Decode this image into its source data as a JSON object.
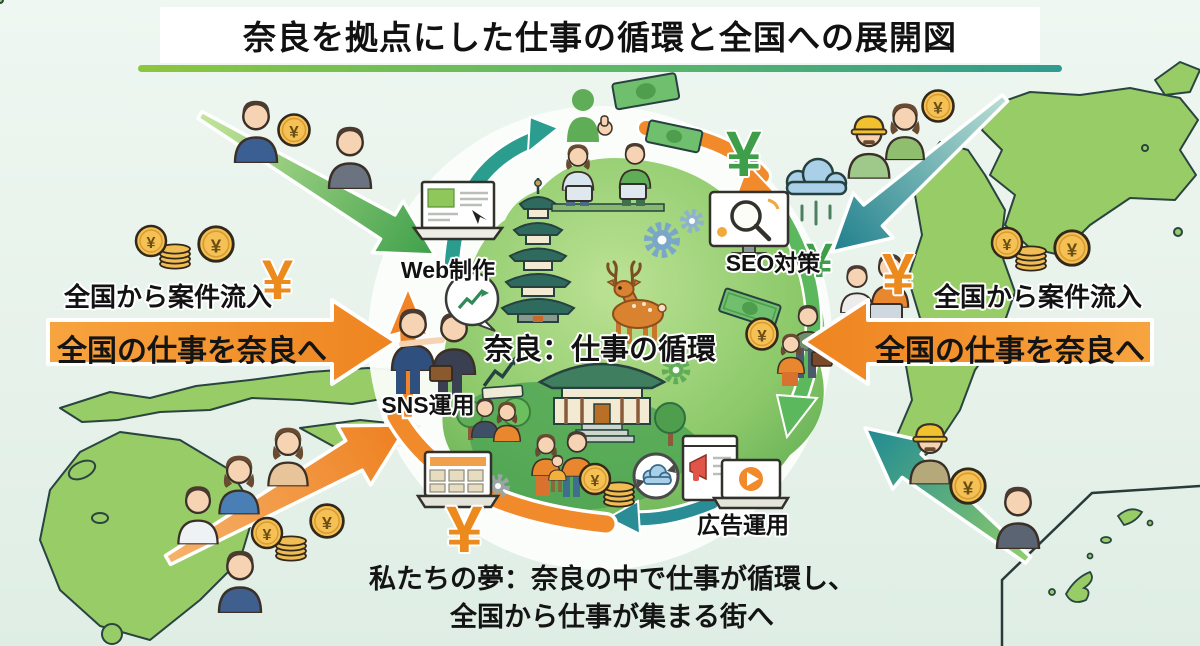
{
  "title": "奈良を拠点にした仕事の循環と全国への展開図",
  "center": {
    "label": "奈良：仕事の循環",
    "services": {
      "web": "Web制作",
      "seo": "SEO対策",
      "sns": "SNS運用",
      "ad": "広告運用"
    }
  },
  "flows": {
    "left": {
      "caption": "全国から案件流入",
      "arrow_label": "全国の仕事を奈良へ"
    },
    "right": {
      "caption": "全国から案件流入",
      "arrow_label": "全国の仕事を奈良へ"
    }
  },
  "dream": {
    "line1": "私たちの夢：奈良の中で仕事が循環し、",
    "line2": "全国から仕事が集まる街へ"
  },
  "symbols": {
    "yen": "¥"
  },
  "colors": {
    "background": "#e9f3ec",
    "map_green": "#97cc66",
    "map_outline": "#2a4440",
    "accent_orange": "#f08a2b",
    "accent_teal": "#2a8d96",
    "accent_green": "#5cb85c",
    "coin_gold": "#f5c054",
    "yen_green": "#3f9e49",
    "yen_orange": "#ec8a1e",
    "title_underline_from": "#8cc63f",
    "title_underline_to": "#2e9b8e"
  }
}
